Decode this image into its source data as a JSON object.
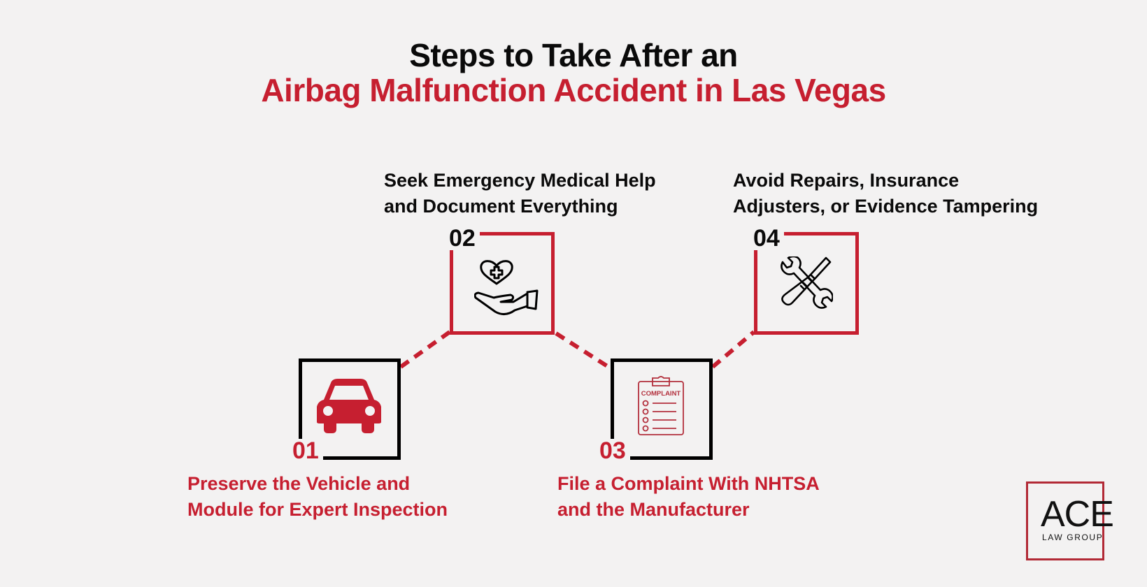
{
  "title": {
    "line1": "Steps to Take After an",
    "line2": "Airbag Malfunction Accident in Las Vegas"
  },
  "steps": [
    {
      "number": "01",
      "label_lines": [
        "Preserve the Vehicle and",
        "Module for Expert Inspection"
      ],
      "icon": "car-icon",
      "box_color": "#000000",
      "text_color": "#c61f30"
    },
    {
      "number": "02",
      "label_lines": [
        "Seek Emergency Medical Help",
        "and Document Everything"
      ],
      "icon": "heart-hand-medical-icon",
      "box_color": "#c61f30",
      "text_color": "#0a0a0a"
    },
    {
      "number": "03",
      "label_lines": [
        "File a Complaint With NHTSA",
        "and the Manufacturer"
      ],
      "icon": "complaint-clipboard-icon",
      "icon_text": "COMPLAINT",
      "box_color": "#000000",
      "text_color": "#c61f30"
    },
    {
      "number": "04",
      "label_lines": [
        "Avoid Repairs, Insurance",
        "Adjusters, or Evidence Tampering"
      ],
      "icon": "wrench-screwdriver-icon",
      "box_color": "#c61f30",
      "text_color": "#0a0a0a"
    }
  ],
  "logo": {
    "main": "ACE",
    "sub": "LAW GROUP"
  },
  "colors": {
    "accent": "#c61f30",
    "text": "#0a0a0a",
    "background": "#f3f2f2"
  }
}
